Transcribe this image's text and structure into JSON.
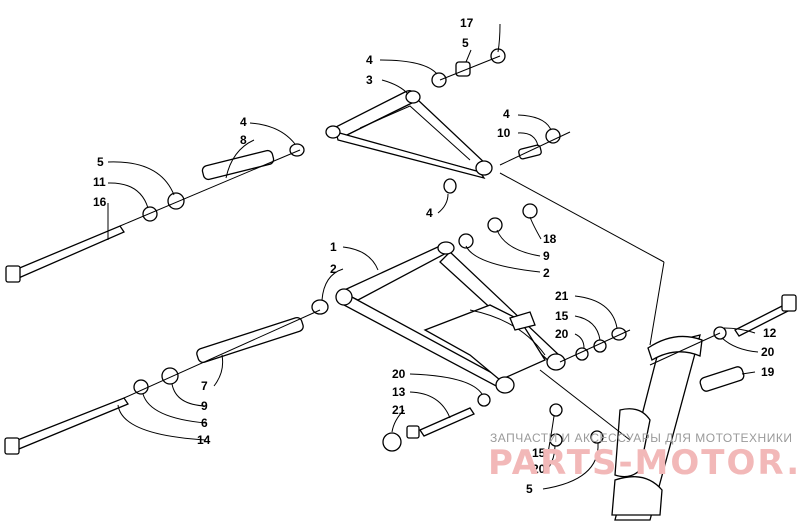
{
  "callouts": {
    "c17": "17",
    "c5a": "5",
    "c4a": "4",
    "c3": "3",
    "c4b": "4",
    "c8": "8",
    "c4c": "4",
    "c10": "10",
    "c5b": "5",
    "c11": "11",
    "c16": "16",
    "c4d": "4",
    "c18": "18",
    "c9a": "9",
    "c2a": "2",
    "c1": "1",
    "c2b": "2",
    "c21a": "21",
    "c15a": "15",
    "c20a": "20",
    "c12": "12",
    "c20b": "20",
    "c19": "19",
    "c7": "7",
    "c9b": "9",
    "c6": "6",
    "c14": "14",
    "c20c": "20",
    "c13": "13",
    "c21b": "21",
    "c15b": "15",
    "c20d": "20",
    "c5c": "5"
  },
  "watermark": {
    "caption": "ЗАПЧАСТИ И АКСЕССУАРЫ ДЛЯ МОТОТЕХНИКИ",
    "brand": "PARTS-MOTOR.RU"
  }
}
